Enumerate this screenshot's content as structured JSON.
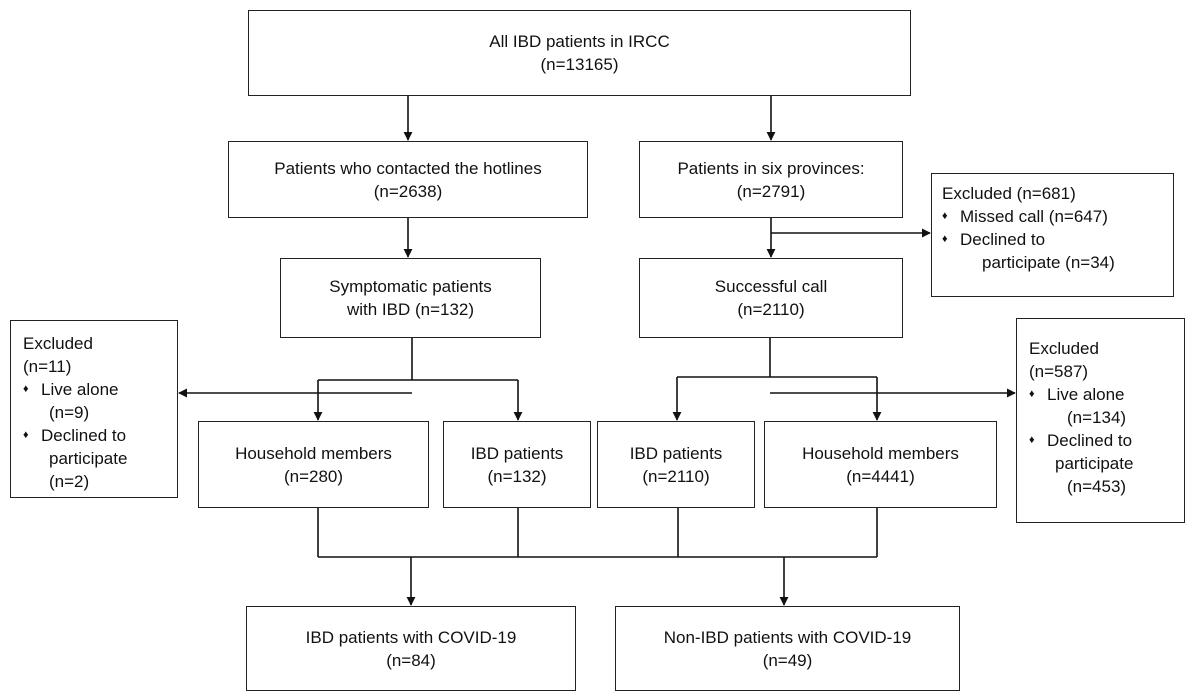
{
  "nodes": {
    "all": {
      "line1": "All IBD patients in IRCC",
      "line2": "(n=13165)"
    },
    "hotline": {
      "line1": "Patients who contacted the hotlines",
      "line2": "(n=2638)"
    },
    "six_prov": {
      "line1": "Patients in six provinces:",
      "line2": "(n=2791)"
    },
    "symptomatic": {
      "line1": "Symptomatic patients",
      "line2": "with IBD (n=132)"
    },
    "success": {
      "line1": "Successful call",
      "line2": "(n=2110)"
    },
    "hh_left": {
      "line1": "Household members",
      "line2": "(n=280)"
    },
    "ibd_left": {
      "line1": "IBD patients",
      "line2": "(n=132)"
    },
    "ibd_right": {
      "line1": "IBD patients",
      "line2": "(n=2110)"
    },
    "hh_right": {
      "line1": "Household members",
      "line2": "(n=4441)"
    },
    "covid_ibd": {
      "line1": "IBD patients with COVID-19",
      "line2": "(n=84)"
    },
    "covid_non": {
      "line1": "Non-IBD patients with COVID-19",
      "line2": "(n=49)"
    }
  },
  "excluded": {
    "top_right": {
      "title": "Excluded (n=681)",
      "b1": "Missed call (n=647)",
      "b2a": "Declined to",
      "b2b": "participate (n=34)"
    },
    "left": {
      "title": "Excluded",
      "count": "(n=11)",
      "b1": "Live alone",
      "b1n": "(n=9)",
      "b2a": "Declined to",
      "b2b": "participate",
      "b2n": "(n=2)"
    },
    "right": {
      "title": "Excluded",
      "count": "(n=587)",
      "b1": "Live alone",
      "b1n": "(n=134)",
      "b2a": "Declined to",
      "b2b": "participate",
      "b2n": "(n=453)"
    }
  },
  "bullet": "♦"
}
